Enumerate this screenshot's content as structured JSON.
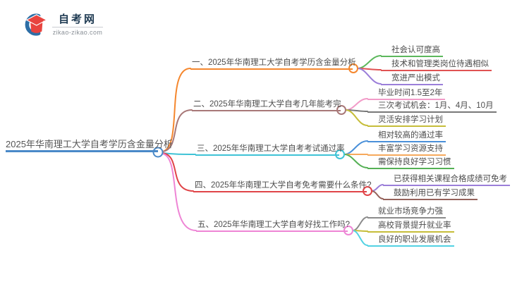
{
  "logo": {
    "title": "自考网",
    "domain": "zikao-zikao.com",
    "cap_color": "#e8433e",
    "arc_color": "#2e6ea6"
  },
  "root": {
    "label": "2025年华南理工大学自考学历含金量分析",
    "color": "#4a89c8"
  },
  "branches": [
    {
      "label": "一、2025年华南理工大学自考学历含金量分析",
      "color": "#f5872e",
      "children": [
        {
          "label": "社会认可度高",
          "color": "#5cb85c"
        },
        {
          "label": "技术和管理类岗位待遇相似",
          "color": "#e05252"
        },
        {
          "label": "宽进严出模式",
          "color": "#9b7ed9"
        }
      ]
    },
    {
      "label": "二、2025年华南理工大学自考几年能考完",
      "color": "#a87878",
      "children": [
        {
          "label": "毕业时间1.5至2年",
          "color": "#f29bc8"
        },
        {
          "label": "三次考试机会：1月、4月、10月",
          "color": "#787878"
        },
        {
          "label": "灵活安排学习计划",
          "color": "#c6bd3a"
        }
      ]
    },
    {
      "label": "三、2025年华南理工大学自考考试通过率",
      "color": "#3fc3d6",
      "children": [
        {
          "label": "相对较高的通过率",
          "color": "#4a90d9"
        },
        {
          "label": "丰富学习资源支持",
          "color": "#f6a95c"
        },
        {
          "label": "需保持良好学习习惯",
          "color": "#55b055"
        }
      ]
    },
    {
      "label": "四、2025年华南理工大学自考免考需要什么条件?",
      "color": "#e04448",
      "children": [
        {
          "label": "已获得相关课程合格成绩可免考",
          "color": "#9b7ed9"
        },
        {
          "label": "鼓励利用已有学习成果",
          "color": "#95625b"
        }
      ]
    },
    {
      "label": "五、2025年华南理工大学自考好找工作吗?",
      "color": "#ee85d5",
      "children": [
        {
          "label": "就业市场竞争力强",
          "color": "#8b8b8b"
        },
        {
          "label": "高校背景提升就业率",
          "color": "#c6bd3a"
        },
        {
          "label": "良好的职业发展机会",
          "color": "#52d2e3"
        }
      ]
    }
  ]
}
